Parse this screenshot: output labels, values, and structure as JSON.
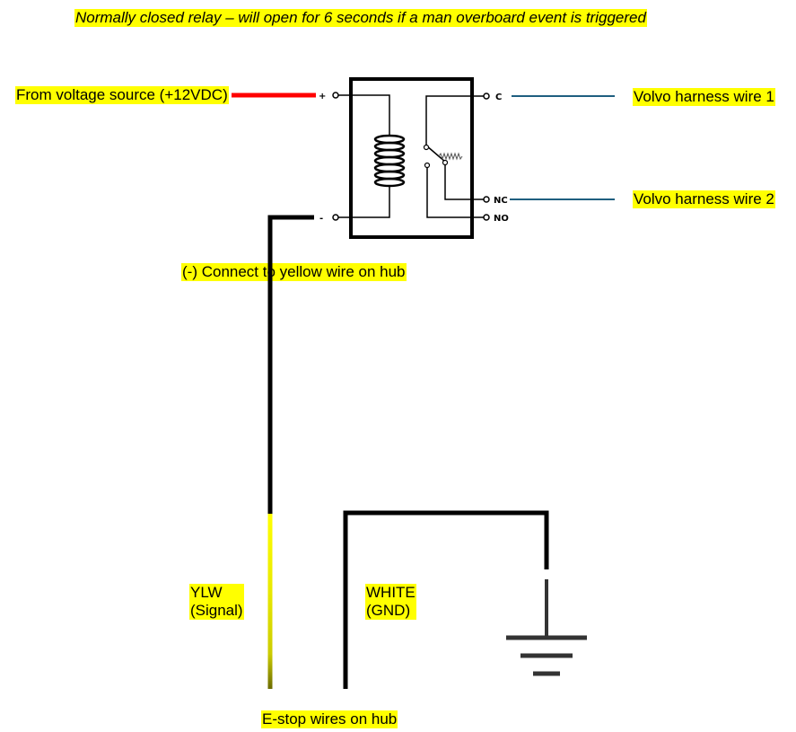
{
  "title": "Normally closed relay – will open for 6 seconds if a man overboard event is triggered",
  "labels": {
    "voltage_source": "From voltage source (+12VDC)",
    "harness_wire_1": "Volvo harness wire 1",
    "harness_wire_2": "Volvo harness wire 2",
    "connect_yellow": "(-) Connect to yellow wire on hub",
    "ylw": "YLW\n(Signal)",
    "white": "WHITE\n(GND)",
    "estop": "E-stop wires on hub"
  },
  "relay_pins": {
    "plus": "+",
    "minus": "-",
    "c": "C",
    "nc": "NC",
    "no": "NO"
  },
  "colors": {
    "highlight": "#ffff00",
    "positive_wire": "#ff0000",
    "negative_wire": "#000000",
    "harness_wire": "#1f5f80",
    "signal_wire": "#ffff00",
    "ground_symbol": "#333333"
  }
}
